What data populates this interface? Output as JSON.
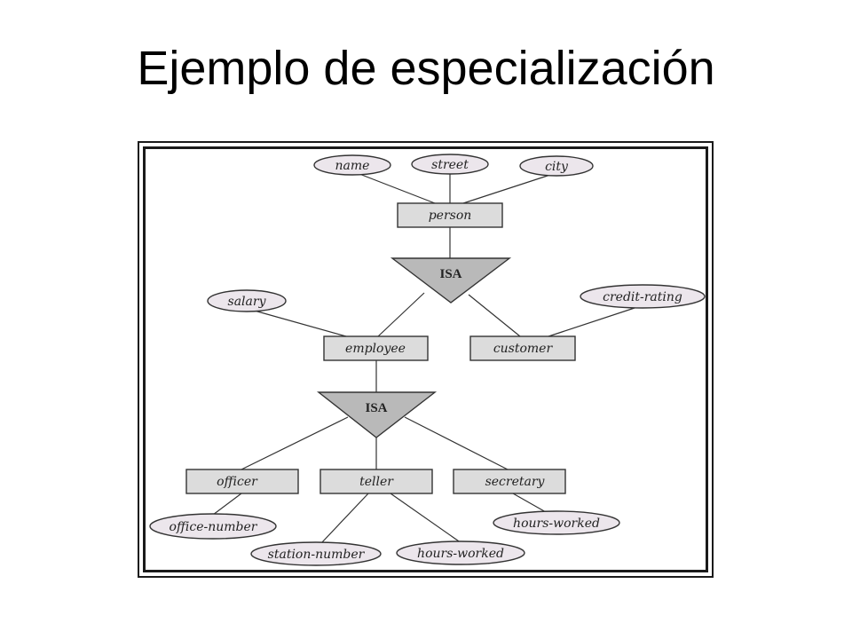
{
  "slide": {
    "title": "Ejemplo de especialización"
  },
  "diagram": {
    "entities": {
      "person": "person",
      "employee": "employee",
      "customer": "customer",
      "officer": "officer",
      "teller": "teller",
      "secretary": "secretary"
    },
    "attributes": {
      "name": "name",
      "street": "street",
      "city": "city",
      "salary": "salary",
      "credit_rating": "credit-rating",
      "office_number": "office-number",
      "station_number": "station-number",
      "hours_worked_teller": "hours-worked",
      "hours_worked_secretary": "hours-worked"
    },
    "isa": {
      "top": "ISA",
      "bottom": "ISA"
    },
    "colors": {
      "entity_fill": "#dcdcdc",
      "attribute_fill": "#ece6ec",
      "isa_fill": "#b9b9b9"
    }
  }
}
